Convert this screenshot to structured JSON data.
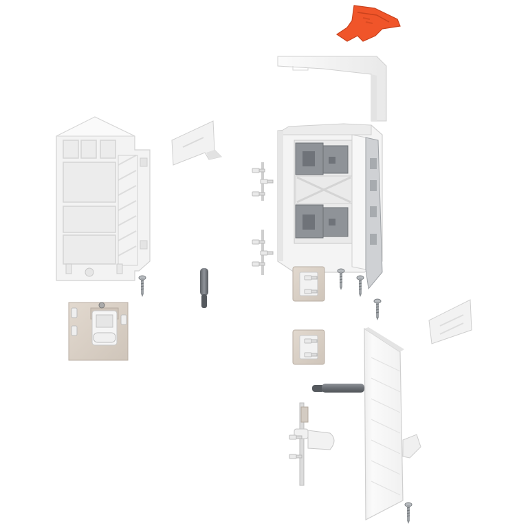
{
  "image": {
    "background": "#ffffff",
    "palette": {
      "white_part": "#f4f4f4",
      "white_edge": "#d9d9d9",
      "white_shadow": "#e6e6e6",
      "grey_part": "#9a9da3",
      "grey_dark": "#6f7379",
      "beige_plate": "#d8cfc6",
      "beige_edge": "#b9aea3",
      "orange_part": "#f0552a",
      "orange_dark": "#c9421d",
      "screw": "#8e9296"
    },
    "parts": [
      {
        "name": "orange-clip",
        "kind": "clip"
      },
      {
        "name": "top-cover-bracket",
        "kind": "cover"
      },
      {
        "name": "left-housing",
        "kind": "housing"
      },
      {
        "name": "small-angle-bracket-left",
        "kind": "bracket"
      },
      {
        "name": "grey-pin-left",
        "kind": "pin"
      },
      {
        "name": "screw-left",
        "kind": "screw"
      },
      {
        "name": "beige-mounting-plate",
        "kind": "plate"
      },
      {
        "name": "center-mechanism",
        "kind": "mechanism"
      },
      {
        "name": "dowel-pair-upper",
        "kind": "dowels"
      },
      {
        "name": "dowel-pair-lower",
        "kind": "dowels"
      },
      {
        "name": "beige-clip-upper",
        "kind": "plate"
      },
      {
        "name": "beige-clip-lower",
        "kind": "plate"
      },
      {
        "name": "screw-center-1",
        "kind": "screw"
      },
      {
        "name": "screw-center-2",
        "kind": "screw"
      },
      {
        "name": "screw-center-3",
        "kind": "screw"
      },
      {
        "name": "small-angle-bracket-right",
        "kind": "bracket"
      },
      {
        "name": "front-panel",
        "kind": "panel"
      },
      {
        "name": "grey-pin-right",
        "kind": "pin"
      },
      {
        "name": "bottom-bracket-assembly",
        "kind": "bracket"
      },
      {
        "name": "screw-bottom",
        "kind": "screw"
      }
    ]
  }
}
